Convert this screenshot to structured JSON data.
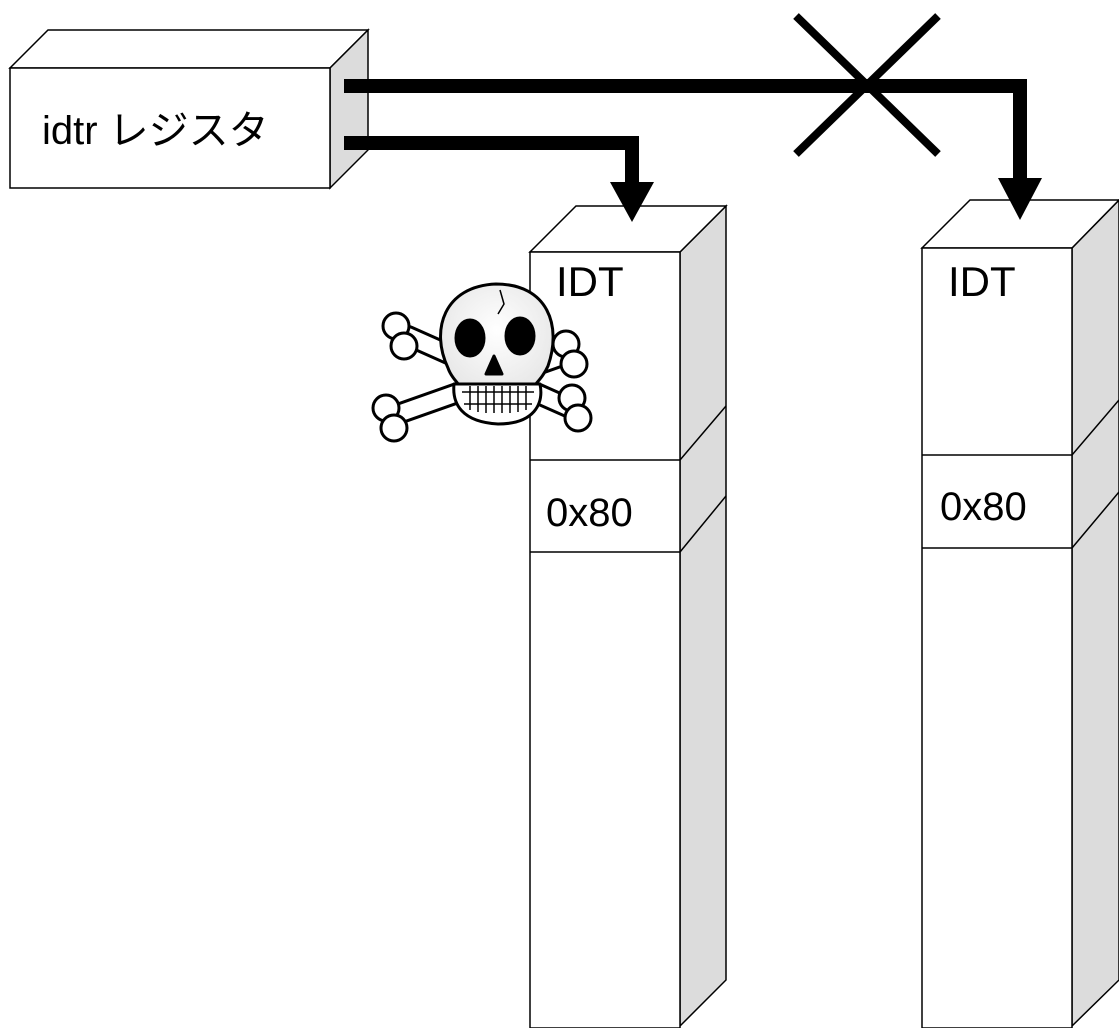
{
  "register": {
    "label": "idtr レジスタ"
  },
  "tables": [
    {
      "title": "IDT",
      "entry_label": "0x80",
      "status": "hijacked"
    },
    {
      "title": "IDT",
      "entry_label": "0x80",
      "status": "original"
    }
  ],
  "colors": {
    "face_fill": "#ffffff",
    "side_fill": "#dcdcdc",
    "stroke": "#000000"
  },
  "icons": {
    "skull": "skull-and-crossbones-icon",
    "cross": "cross-mark-icon"
  }
}
